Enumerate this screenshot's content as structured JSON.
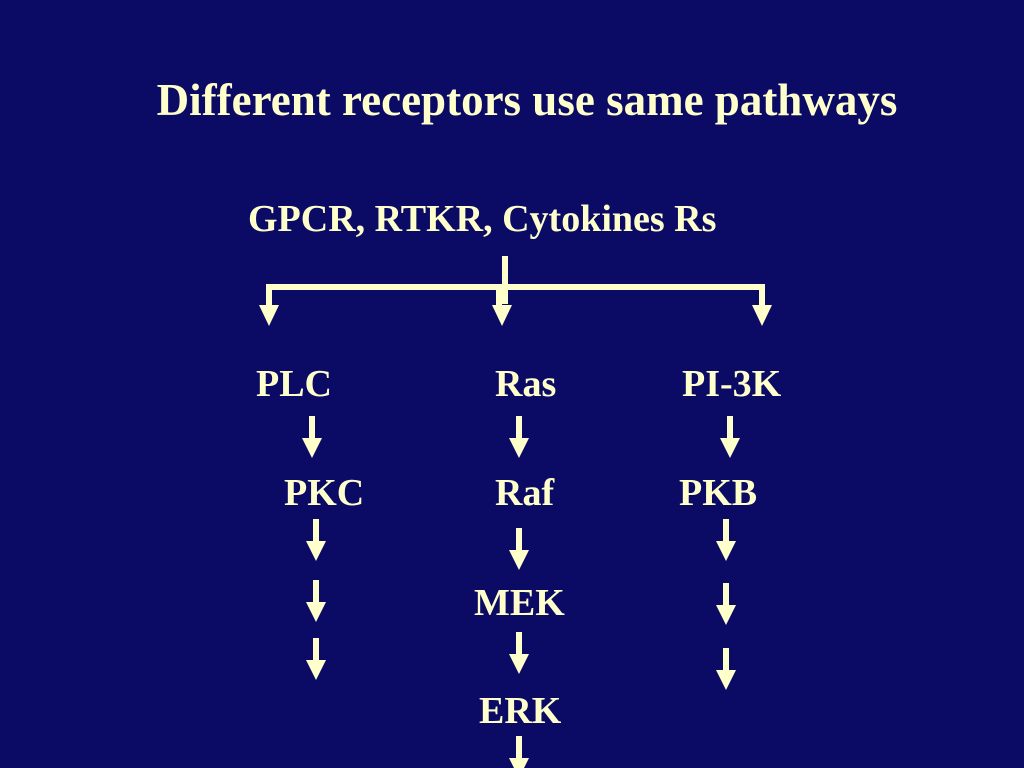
{
  "slide": {
    "title": "Different receptors use same pathways",
    "colors": {
      "background": "#0B0B66",
      "foreground": "#FFFFCC"
    }
  },
  "diagram": {
    "source": "GPCR, RTKR, Cytokines Rs",
    "pathways": [
      {
        "nodes": [
          "PLC",
          "PKC"
        ]
      },
      {
        "nodes": [
          "Ras",
          "Raf",
          "MEK",
          "ERK"
        ]
      },
      {
        "nodes": [
          "PI-3K",
          "PKB"
        ]
      }
    ]
  }
}
